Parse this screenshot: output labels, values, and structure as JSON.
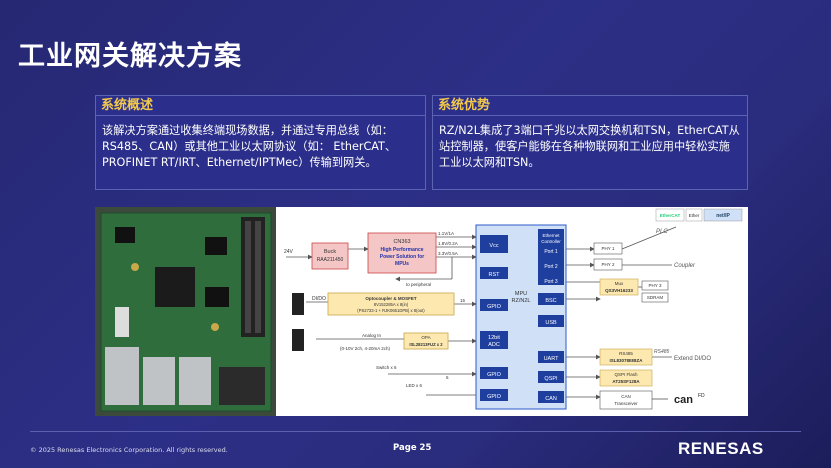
{
  "title": "工业网关解决方案",
  "left_card": {
    "heading": "系统概述",
    "body": "该解决方案通过收集终端现场数据，并通过专用总线（如：RS485、CAN）或其他工业以太网协议（如： EtherCAT、PROFINET RT/IRT、Ethernet/IPTMec）传输到网关。"
  },
  "right_card": {
    "heading": "系统优势",
    "body": "RZ/N2L集成了3端口千兆以太网交换机和TSN，EtherCAT从站控制器，使客户能够在各种物联网和工业应用中轻松实施工业以太网和TSN。"
  },
  "diagram": {
    "input_24v": "24V",
    "buck": [
      "Buck",
      "RAA211450"
    ],
    "cn363": [
      "CN363",
      "High Performance",
      "Power Solution for",
      "MPUs"
    ],
    "rails": [
      "1.1V/1A",
      "1.8V/0.2A",
      "3.3V/0.5A"
    ],
    "to_peripheral": "to peripheral",
    "didi": "DI/DO",
    "opto": [
      "Optocoupler & MOSFET",
      "8V152285A x 8(in)",
      "(PS2733-1 + RJK0651DPB) x 8(out)"
    ],
    "analog_in": "Analog In",
    "analog_range": "(0-10V 2ch, 4-20mA 2ch)",
    "opa": [
      "OPA",
      "ISL28213FUZ x 2"
    ],
    "switch": "Switch x 6",
    "led": "LED x 6",
    "mpu": [
      "MPU",
      "RZ/N2L"
    ],
    "vcc": "Vcc",
    "rst": "RST",
    "gpio": "GPIO",
    "adc": [
      "12bit",
      "ADC"
    ],
    "gpio2": "GPIO",
    "gpio3": "GPIO",
    "eth_ctrl": [
      "Ethernet",
      "Controller"
    ],
    "ports": [
      "Port 1",
      "Port 2",
      "Port 3"
    ],
    "bsc": "BSC",
    "usb": "USB",
    "uart": "UART",
    "qspi": "QSPI",
    "can": "CAN",
    "phy1": "PHY 1",
    "phy2": "PHY 2",
    "phy3": "PHY 3",
    "mux": [
      "Mux",
      "QS3VH16233"
    ],
    "sdram": "SDRAM",
    "rs485": [
      "RS485",
      "ISL83078EIBZA"
    ],
    "qspi_flash": [
      "QSPI Flash",
      "AT25SF128A"
    ],
    "can_tr": [
      "CAN",
      "Transceiver"
    ],
    "plc": "PLC",
    "coupler": "Coupler",
    "rs485_lbl": "RS485",
    "ext": "Extend DI/DO",
    "bus_15": "15",
    "bus_4": "4",
    "bus_6": "6",
    "proto_labels": [
      "EtherCAT",
      "Ether",
      "net/IP"
    ],
    "can_logo": "can",
    "can_fd": "FD"
  },
  "footer": {
    "copyright": "© 2025 Renesas Electronics Corporation. All rights reserved.",
    "page": "Page 25",
    "logo": "RENESAS"
  }
}
